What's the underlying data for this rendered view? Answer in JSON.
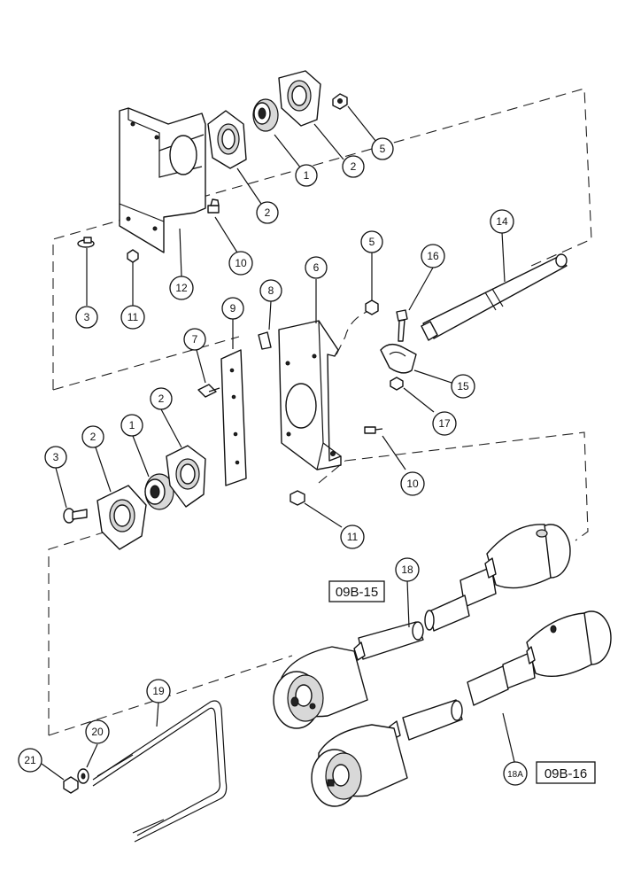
{
  "callouts": {
    "c1a": "1",
    "c2a": "2",
    "c2b": "2",
    "c5a": "5",
    "c12": "12",
    "c10a": "10",
    "c3a": "3",
    "c11a": "11",
    "c14": "14",
    "c5b": "5",
    "c16": "16",
    "c6": "6",
    "c8": "8",
    "c9": "9",
    "c7": "7",
    "c15": "15",
    "c17": "17",
    "c2c": "2",
    "c1b": "1",
    "c2d": "2",
    "c3b": "3",
    "c10b": "10",
    "c11b": "11",
    "c18": "18",
    "c19": "19",
    "c20": "20",
    "c21": "21",
    "c18a": "18A"
  },
  "refs": {
    "ref1": "09B-15",
    "ref2": "09B-16"
  }
}
